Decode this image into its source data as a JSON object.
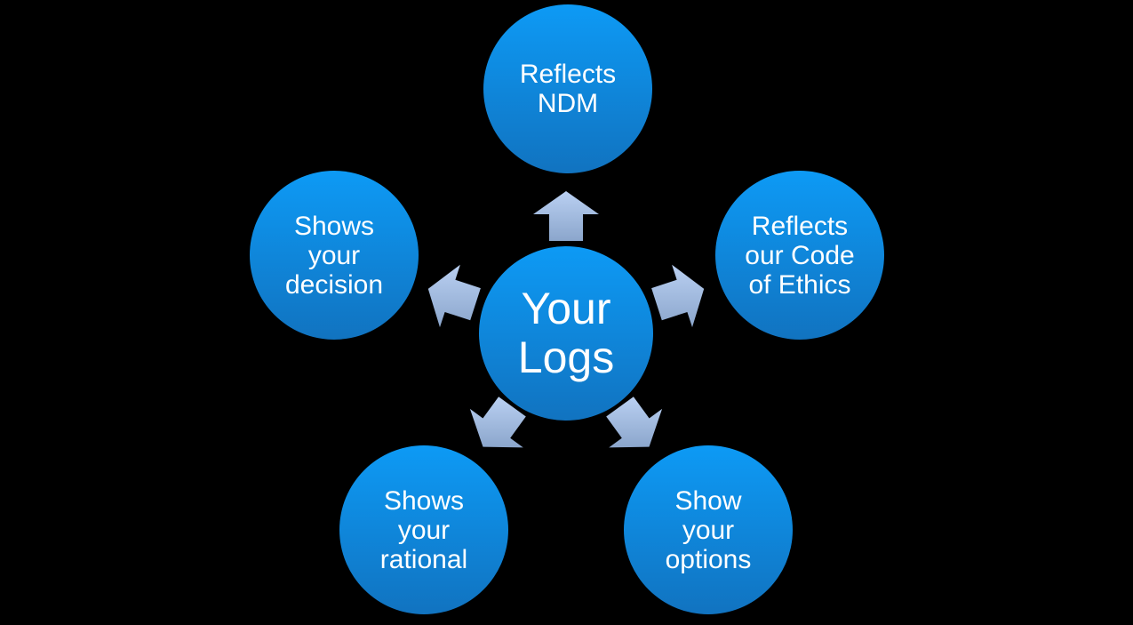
{
  "diagram": {
    "title": "Your Logs radial diagram",
    "center": {
      "id": "your-logs",
      "label": "Your\nLogs"
    },
    "nodes": [
      {
        "id": "reflects-ndm",
        "position": "top",
        "label": "Reflects\nNDM"
      },
      {
        "id": "reflects-code-of-ethics",
        "position": "right",
        "label": "Reflects\nour Code\nof Ethics"
      },
      {
        "id": "show-your-options",
        "position": "bottom-right",
        "label": "Show\nyour\noptions"
      },
      {
        "id": "shows-your-rational",
        "position": "bottom-left",
        "label": "Shows\nyour\nrational"
      },
      {
        "id": "shows-your-decision",
        "position": "left",
        "label": "Shows\nyour\ndecision"
      }
    ]
  },
  "colors": {
    "background": "#000000",
    "circle_gradient_top": "#0d9af5",
    "circle_gradient_bottom": "#1173c0",
    "arrow_gradient_top": "#bad0f2",
    "arrow_gradient_bottom": "#8ba6cc",
    "text": "#ffffff"
  }
}
